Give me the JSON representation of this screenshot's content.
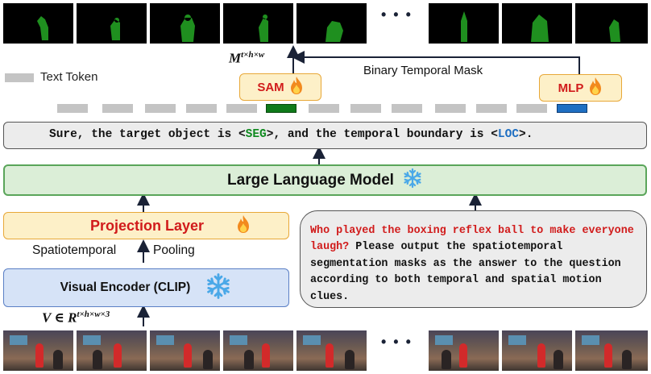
{
  "legend": {
    "label": "Text Token"
  },
  "mask_label": "Binary Temporal Mask",
  "mask_symbol": {
    "base": "M",
    "sup": "t×h×w"
  },
  "sam_label": "SAM",
  "mlp_label": "MLP",
  "output_text": {
    "prefix": "Sure, the target object is <",
    "seg": "SEG",
    "middle": ">, and the temporal boundary is <",
    "loc": "LOC",
    "suffix": ">."
  },
  "llm_label": "Large Language Model",
  "projection_label": "Projection Layer",
  "pooling": {
    "left": "Spatiotemporal",
    "right": "Pooling"
  },
  "encoder_label": "Visual Encoder (CLIP)",
  "input_symbol": {
    "base": "V",
    "in": "∈",
    "space": "R",
    "sup": "t×h×w×3"
  },
  "question": {
    "highlight": "Who played the boxing reflex ball to make everyone laugh?",
    "rest": " Please output the spatiotemporal segmentation masks as the answer to the question according to both temporal and spatial motion clues."
  },
  "ellipsis": "• • •",
  "icons": {
    "fire": "fire-icon",
    "snow": "snowflake-icon",
    "arrow": "arrow-up-icon"
  },
  "colors": {
    "seg_token": "#0f7a1a",
    "loc_token": "#1f6fc2",
    "trainable_fill": "#fdf0c8",
    "frozen_llm_fill": "#dbeed7",
    "encoder_fill": "#d6e3f7",
    "highlight_red": "#d11b1b"
  }
}
